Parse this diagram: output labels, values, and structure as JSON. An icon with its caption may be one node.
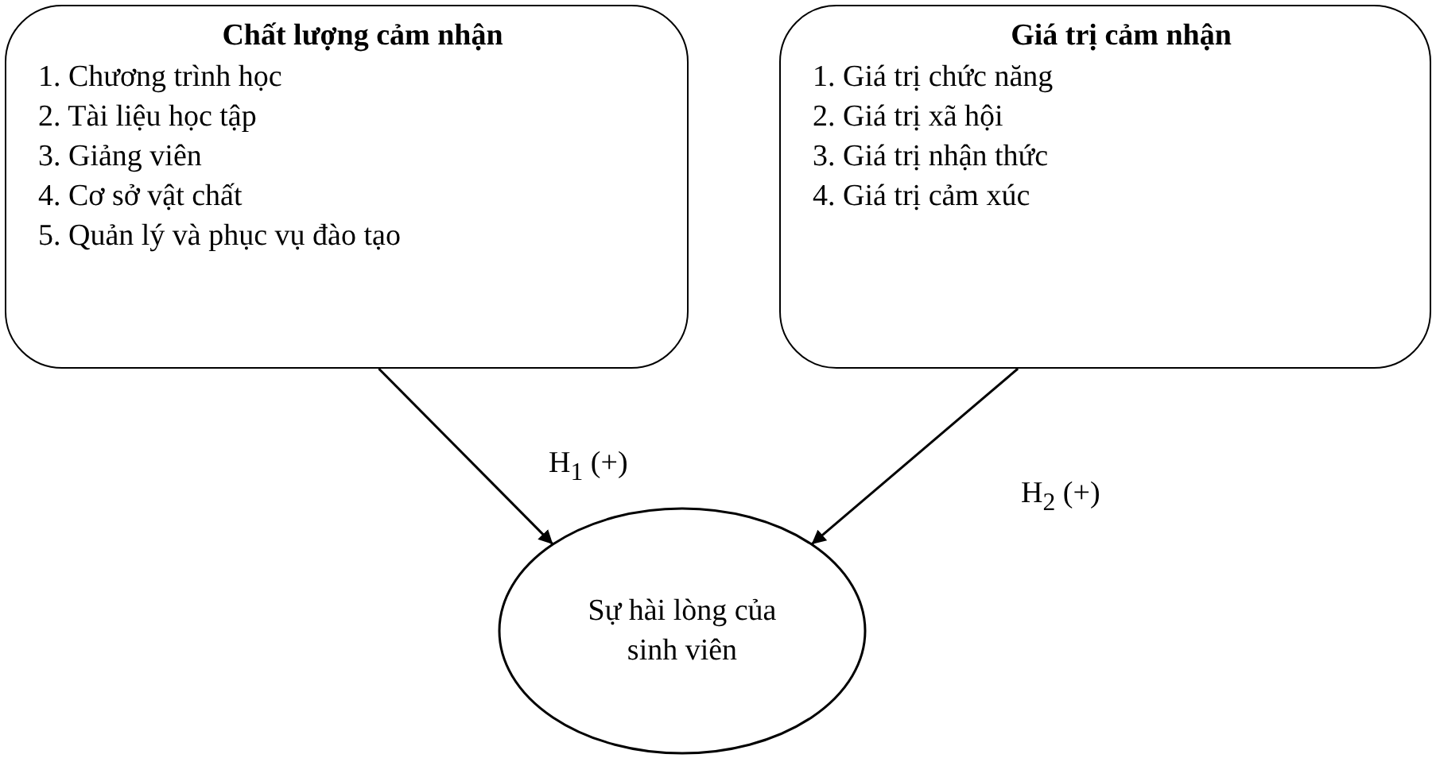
{
  "diagram": {
    "nodes": [
      {
        "text": [
          "Chất lượng cảm nhận",
          "1. Chương trình học",
          "2. Tài liệu học tập",
          "3. Giảng viên",
          "4. Cơ sở vật chất",
          "5. Quản lý và phục vụ đào tạo"
        ]
      },
      {
        "text": [
          "Giá trị cảm nhận",
          "1. Giá trị chức năng",
          "2. Giá trị xã hội",
          "3. Giá trị nhận thức",
          "4. Giá trị cảm xúc"
        ]
      },
      {
        "text": [
          "Sự hài lòng của sinh viên"
        ]
      }
    ],
    "edges": [
      {
        "from": 0,
        "to": 2,
        "arrow": "to",
        "label": "H$_{1}$ (+)"
      },
      {
        "from": 1,
        "to": 2,
        "arrow": "to",
        "label": "H$_{2}$ (+)"
      }
    ]
  }
}
